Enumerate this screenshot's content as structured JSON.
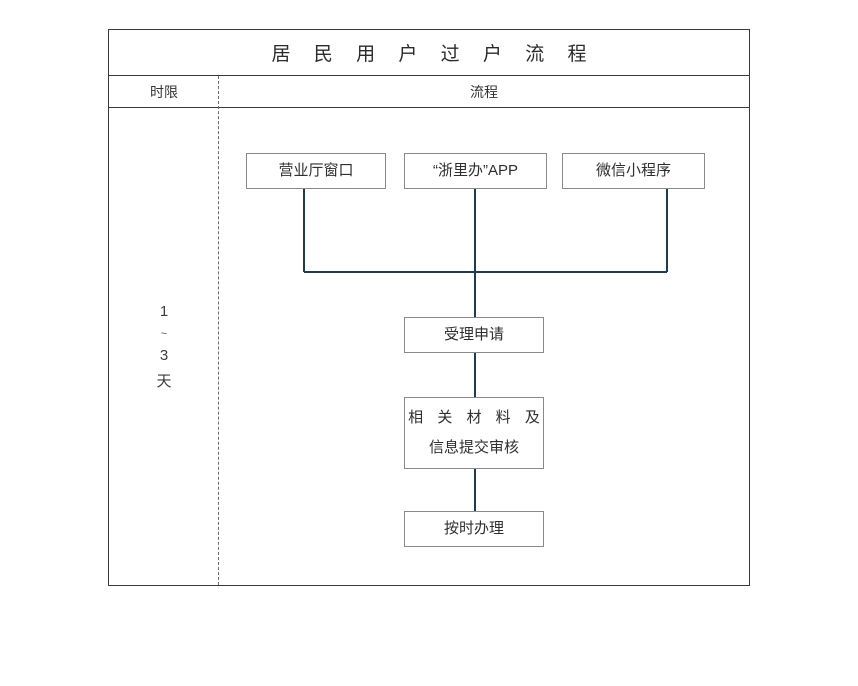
{
  "table": {
    "title": "居 民 用 户 过 户 流 程",
    "headers": {
      "time_limit": "时限",
      "flow": "流程"
    }
  },
  "time_limit": {
    "value_start": "1",
    "tilde": "~",
    "value_end": "3",
    "unit": "天"
  },
  "chart_data": {
    "type": "diagram",
    "title": "居 民 用 户 过 户 流 程",
    "nodes": [
      {
        "id": "hall",
        "label": "营业厅窗口",
        "row": 1,
        "col": 1
      },
      {
        "id": "app",
        "label": "“浙里办”APP",
        "row": 1,
        "col": 2
      },
      {
        "id": "wechat",
        "label": "微信小程序",
        "row": 1,
        "col": 3
      },
      {
        "id": "accept",
        "label": "受理申请",
        "row": 2,
        "col": 2
      },
      {
        "id": "review",
        "label_line1": "相 关 材 料 及",
        "label_line2": "信息提交审核",
        "row": 3,
        "col": 2
      },
      {
        "id": "handle",
        "label": "按时办理",
        "row": 4,
        "col": 2
      }
    ],
    "edges": [
      {
        "from": "hall",
        "to": "accept",
        "style": "elbow-bus"
      },
      {
        "from": "app",
        "to": "accept",
        "style": "straight"
      },
      {
        "from": "wechat",
        "to": "accept",
        "style": "elbow-bus"
      },
      {
        "from": "accept",
        "to": "review",
        "style": "straight"
      },
      {
        "from": "review",
        "to": "handle",
        "style": "straight"
      }
    ],
    "connector_color": "#1f3b4d",
    "box_border_color": "#8a8a8a",
    "table_border_color": "#3a3a3a",
    "divider_style": "dashed"
  },
  "boxes": {
    "hall": "营业厅窗口",
    "app": "“浙里办”APP",
    "wechat": "微信小程序",
    "accept": "受理申请",
    "review_line1": "相 关 材 料 及",
    "review_line2": "信息提交审核",
    "handle": "按时办理"
  }
}
